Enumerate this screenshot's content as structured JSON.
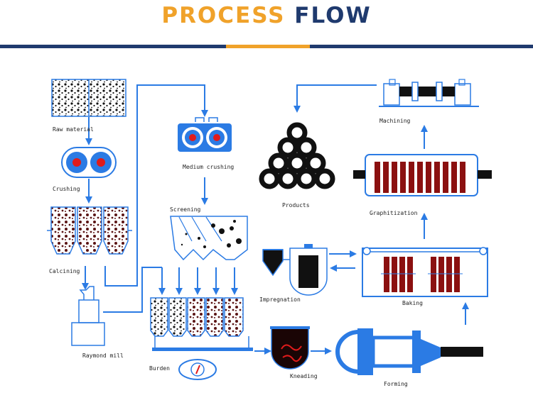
{
  "header": {
    "title_part1": "PROCESS",
    "title_part2": "FLOW",
    "accent_color": "#f0a22a",
    "primary_color": "#1f3a6e"
  },
  "diagram": {
    "arrow_color": "#2b7be4",
    "steps": {
      "raw_material": "Raw material",
      "crushing": "Crushing",
      "calcining": "Calcining",
      "raymond_mill": "Raymond mill",
      "medium_crushing": "Medium crushing",
      "screening": "Screening",
      "burden": "Burden",
      "impregnation": "Impregnation",
      "kneading": "Kneading",
      "forming": "Forming",
      "baking": "Baking",
      "graphitization": "Graphitization",
      "machining": "Machining",
      "products": "Products"
    }
  }
}
